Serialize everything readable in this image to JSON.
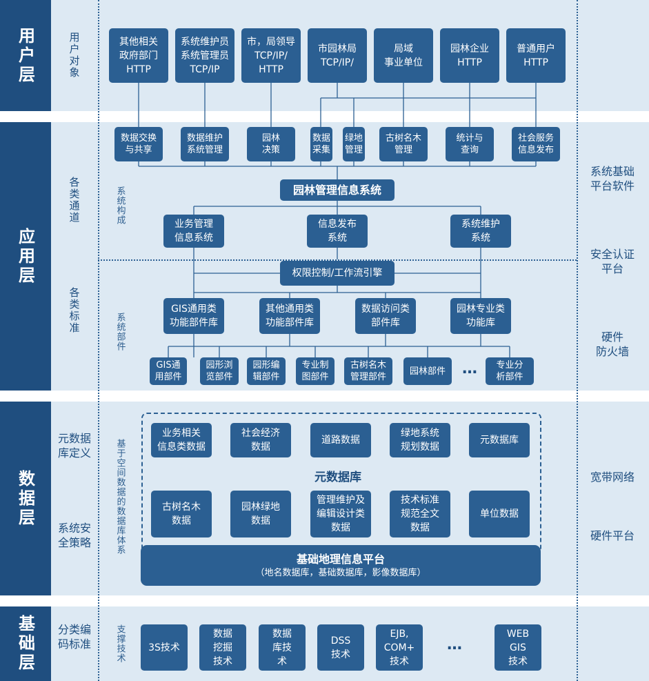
{
  "layers": {
    "user": "用户层",
    "app": "应用层",
    "data": "数据层",
    "base": "基础层"
  },
  "user_layer": {
    "side": "用户对象",
    "users": [
      "其他相关\n政府部门\nHTTP",
      "系统维护员\n系统管理员\nTCP/IP",
      "市，局领导\nTCP/IP/\nHTTP",
      "市园林局\nTCP/IP/",
      "局域\n事业单位",
      "园林企业\nHTTP",
      "普通用户\nHTTP"
    ]
  },
  "app_layer": {
    "side_top": "各类通道",
    "side_bottom": "各类标准",
    "sub_top": "系统构成",
    "sub_bottom": "系统部件",
    "channels": [
      "数据交换\n与共享",
      "数据维护\n系统管理",
      "园林\n决策",
      "数据\n采集",
      "绿地\n管理",
      "古树名木\n管理",
      "统计与\n查询",
      "社会服务\n信息发布"
    ],
    "main_system": "园林管理信息系统",
    "subsystems": [
      "业务管理\n信息系统",
      "信息发布\n系统",
      "系统维护\n系统"
    ],
    "engine": "权限控制/工作流引擎",
    "libraries": [
      "GIS通用类\n功能部件库",
      "其他通用类\n功能部件库",
      "数据访问类\n部件库",
      "园林专业类\n功能库"
    ],
    "components": [
      "GIS通\n用部件",
      "园形浏\n览部件",
      "园形编\n辑部件",
      "专业制\n图部件",
      "古树名木\n管理部件",
      "园林部件",
      "专业分\n析部件"
    ],
    "ellipsis": "…"
  },
  "data_layer": {
    "side_top": "元数据库定义",
    "side_bottom": "系统安全策略",
    "sub": "基于空间数据的数据库体系",
    "row1": [
      "业务相关\n信息类数据",
      "社会经济\n数据",
      "道路数据",
      "绿地系统\n规划数据",
      "元数据库"
    ],
    "meta_title": "元数据库",
    "row2": [
      "古树名木\n数据",
      "园林绿地\n数据",
      "管理维护及\n编辑设计类\n数据",
      "技术标准\n规范全文\n数据",
      "单位数据"
    ],
    "platform_title": "基础地理信息平台",
    "platform_sub": "（地名数据库，基础数据库，影像数据库）"
  },
  "base_layer": {
    "side": "分类编码标准",
    "sub": "支撑技术",
    "techs": [
      "3S技术",
      "数据\n挖掘\n技术",
      "数据\n库技\n术",
      "DSS\n技术",
      "EJB,\nCOM+\n技术",
      "WEB\nGIS\n技术"
    ],
    "ellipsis": "…"
  },
  "right_column": {
    "items": [
      "系统基础\n平台软件",
      "安全认证\n平台",
      "硬件\n防火墙",
      "宽带网络",
      "硬件平台"
    ]
  }
}
